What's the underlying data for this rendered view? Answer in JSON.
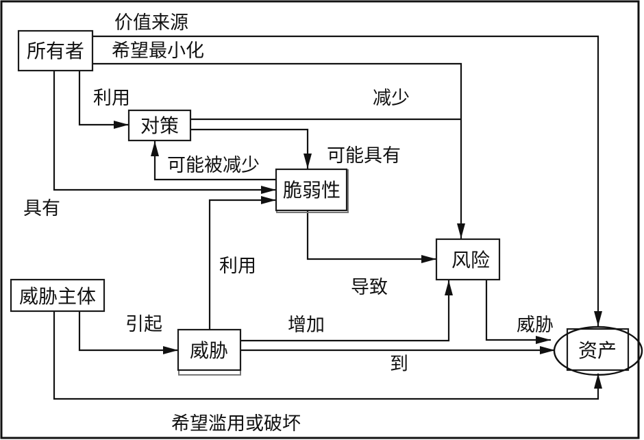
{
  "diagram": {
    "title": "",
    "nodes": {
      "owner": "所有者",
      "countermeasure": "对策",
      "vulnerability": "脆弱性",
      "risk": "风险",
      "threat_agent": "威胁主体",
      "threat": "威胁",
      "asset": "资产"
    },
    "edges": [
      {
        "id": "owner-asset",
        "from": "owner",
        "to": "asset",
        "label": "价值来源"
      },
      {
        "id": "owner-risk",
        "from": "owner",
        "to": "risk",
        "label": "希望最小化"
      },
      {
        "id": "owner-countermeasure",
        "from": "owner",
        "to": "countermeasure",
        "label": "利用"
      },
      {
        "id": "countermeasure-risk",
        "from": "countermeasure",
        "to": "risk",
        "label": "减少"
      },
      {
        "id": "countermeasure-vulnerability",
        "from": "countermeasure",
        "to": "vulnerability",
        "label": "可能具有"
      },
      {
        "id": "vulnerability-countermeasure",
        "from": "vulnerability",
        "to": "countermeasure",
        "label": "可能被减少"
      },
      {
        "id": "owner-vulnerability",
        "from": "owner",
        "to": "vulnerability",
        "label": "具有"
      },
      {
        "id": "threat-vulnerability",
        "from": "threat",
        "to": "vulnerability",
        "label": "利用"
      },
      {
        "id": "vulnerability-risk",
        "from": "vulnerability",
        "to": "risk",
        "label": "导致"
      },
      {
        "id": "threat-risk",
        "from": "threat",
        "to": "risk",
        "label": "增加"
      },
      {
        "id": "threat-asset",
        "from": "threat",
        "to": "asset",
        "label": "到"
      },
      {
        "id": "risk-asset",
        "from": "risk",
        "to": "asset",
        "label": "威胁"
      },
      {
        "id": "threatagent-threat",
        "from": "threat_agent",
        "to": "threat",
        "label": "引起"
      },
      {
        "id": "threatagent-asset",
        "from": "threat_agent",
        "to": "asset",
        "label": "希望滥用或破坏"
      }
    ]
  }
}
